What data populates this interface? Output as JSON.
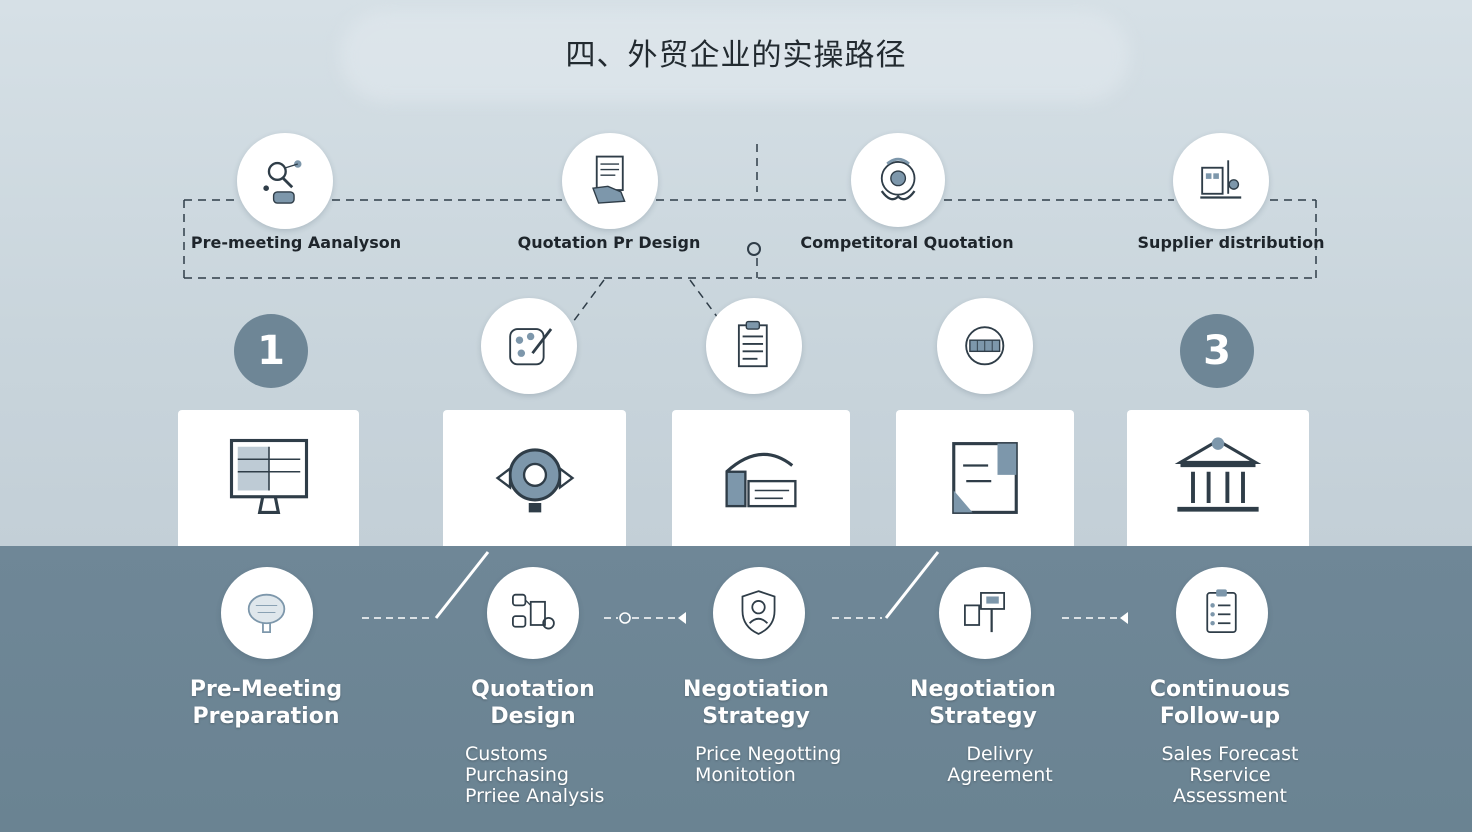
{
  "title": "四、外贸企业的实操路径",
  "top_row": [
    {
      "label": "Pre-meeting Aanalyson",
      "icon": "magnifier-network-icon"
    },
    {
      "label": "Quotation Pr Design",
      "icon": "document-hand-icon"
    },
    {
      "label": "Competitoral Quotation",
      "icon": "handshake-globe-icon"
    },
    {
      "label": "Supplier distribution",
      "icon": "factory-tools-icon"
    }
  ],
  "badges": [
    "1",
    "3"
  ],
  "middle_row_icons": [
    "palette-icon",
    "clipboard-icon",
    "globe-grid-icon"
  ],
  "cards": [
    "monitor-spreadsheet-icon",
    "gear-lightbulb-icon",
    "truck-package-icon",
    "flowchart-board-icon",
    "bank-building-icon"
  ],
  "bottom_steps": [
    {
      "title_line1": "Pre-Meeting",
      "title_line2": "Preparation",
      "sub": []
    },
    {
      "title_line1": "Quotation",
      "title_line2": "Design",
      "sub": [
        "Customs",
        "Purchasing",
        "Prriee Analysis"
      ]
    },
    {
      "title_line1": "Negotiation",
      "title_line2": "Strategy",
      "sub": [
        "Price Negotting",
        "Monitotion"
      ]
    },
    {
      "title_line1": "Negotiation",
      "title_line2": "Strategy",
      "sub": [
        "Delivry",
        "Agreement"
      ]
    },
    {
      "title_line1": "Continuous",
      "title_line2": "Follow-up",
      "sub": [
        "Sales Forecast",
        "Rservice",
        "Assessment"
      ]
    }
  ],
  "colors": {
    "accent": "#6e8696",
    "bottom_band": "#6f8797",
    "icon_stroke": "#2f3d48",
    "icon_fill": "#7d97ab"
  }
}
